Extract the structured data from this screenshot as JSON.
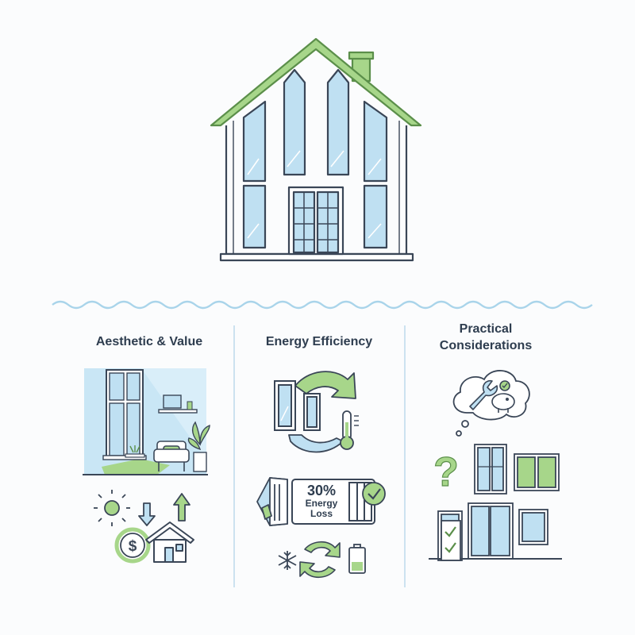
{
  "colors": {
    "outline": "#3a4657",
    "glass": "#bfe0f2",
    "green": "#a7d68a",
    "room_bg": "#c9e6f5",
    "divider": "#bcd9ec",
    "wave": "#a9d4ea"
  },
  "columns": [
    {
      "title": "Aesthetic & Value",
      "icons": [
        "living-room-illustration",
        "sun-icon",
        "arrow-down-icon",
        "arrow-up-icon",
        "dollar-coin-icon",
        "house-icon"
      ]
    },
    {
      "title": "Energy Efficiency",
      "icons": [
        "window-icon",
        "cycle-arrows-icon",
        "thermometer-icon",
        "window-section-icon",
        "check-badge-icon",
        "snowflake-icon",
        "battery-icon"
      ],
      "stat": {
        "value": "30%",
        "line1": "Energy",
        "line2": "Loss"
      }
    },
    {
      "title_line1": "Practical",
      "title_line2": "Considerations",
      "icons": [
        "thought-bubble-icon",
        "wrench-icon",
        "piggy-bank-icon",
        "question-mark-icon",
        "window-options-icon",
        "checklist-icon"
      ]
    }
  ],
  "hero": {
    "icon": "house-with-tall-windows-icon"
  }
}
